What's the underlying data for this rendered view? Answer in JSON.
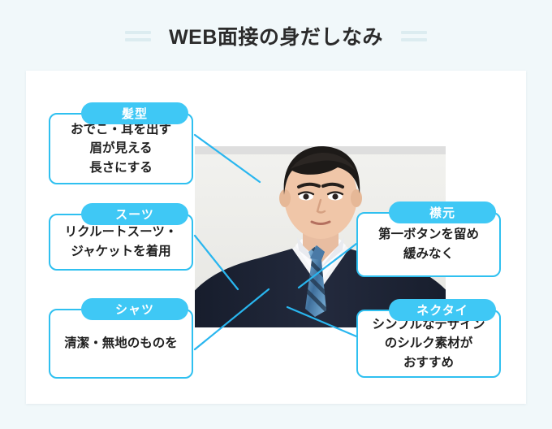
{
  "page": {
    "background_color": "#f1f8fa",
    "card_color": "#ffffff"
  },
  "header": {
    "title": "WEB面接の身だしなみ",
    "decoration": "double-line-mark",
    "decoration_color": "#dcecf0"
  },
  "theme": {
    "accent_color": "#3fc8f5",
    "border_color": "#2fc0f0",
    "connector_color": "#29b6ef",
    "text_color": "#1f1f1f"
  },
  "photo": {
    "alt": "スーツとネクタイを着用した男性の証明写真",
    "suit_color": "#1e2536",
    "shirt_color": "#f3f4f6",
    "tie_color": "#5fa8d8",
    "background_color": "#efefec"
  },
  "callouts": [
    {
      "id": "hair",
      "label": "髪型",
      "text": "おでこ・耳を出す\n眉が見える\n長さにする",
      "target": "hair"
    },
    {
      "id": "suit",
      "label": "スーツ",
      "text": "リクルートスーツ・\nジャケットを着用",
      "target": "jacket"
    },
    {
      "id": "shirt",
      "label": "シャツ",
      "text": "清潔・無地のものを",
      "target": "shirt-collar"
    },
    {
      "id": "collar",
      "label": "襟元",
      "text": "第一ボタンを留め\n緩みなく",
      "target": "neck-button"
    },
    {
      "id": "tie",
      "label": "ネクタイ",
      "text": "シンプルなデザイン\nのシルク素材が\nおすすめ",
      "target": "necktie"
    }
  ]
}
